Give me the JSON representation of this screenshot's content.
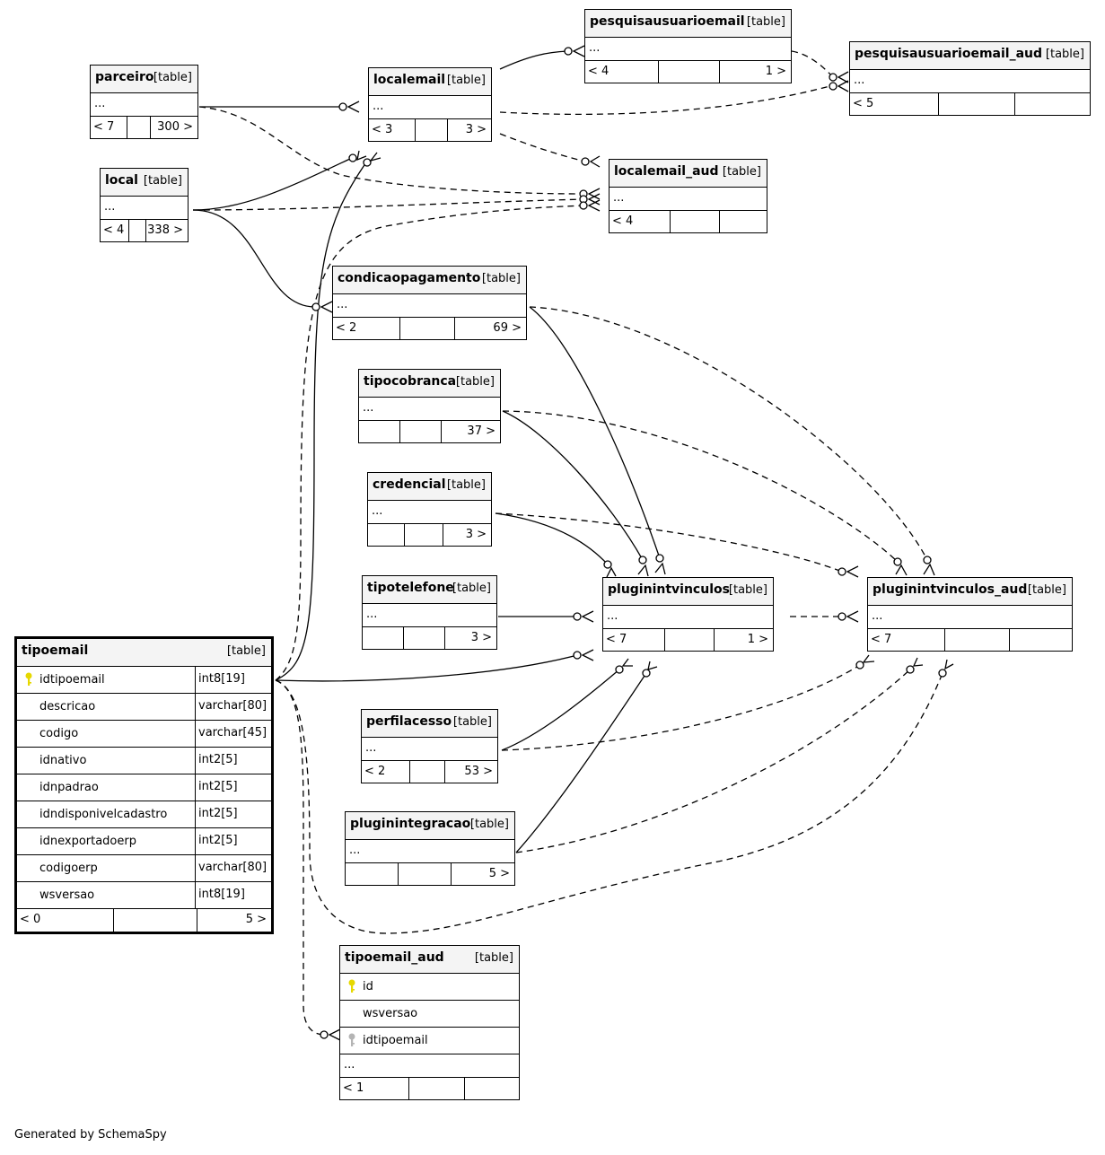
{
  "footer_text": "Generated by SchemaSpy",
  "type_label": "[table]",
  "ellipsis": "...",
  "tables": {
    "parceiro": {
      "name": "parceiro",
      "parents": "< 7",
      "children": "300 >"
    },
    "localemail": {
      "name": "localemail",
      "parents": "< 3",
      "children": "3 >"
    },
    "pesquisausuarioemail": {
      "name": "pesquisausuarioemail",
      "parents": "< 4",
      "children": "1 >"
    },
    "pesquisausuarioemail_aud": {
      "name": "pesquisausuarioemail_aud",
      "parents": "< 5",
      "children": ""
    },
    "local": {
      "name": "local",
      "parents": "< 4",
      "children": "338 >"
    },
    "localemail_aud": {
      "name": "localemail_aud",
      "parents": "< 4",
      "children": ""
    },
    "condicaopagamento": {
      "name": "condicaopagamento",
      "parents": "< 2",
      "children": "69 >"
    },
    "tipocobranca": {
      "name": "tipocobranca",
      "parents": "",
      "children": "37 >"
    },
    "credencial": {
      "name": "credencial",
      "parents": "",
      "children": "3 >"
    },
    "tipotelefone": {
      "name": "tipotelefone",
      "parents": "",
      "children": "3 >"
    },
    "pluginintvinculos": {
      "name": "pluginintvinculos",
      "parents": "< 7",
      "children": "1 >"
    },
    "pluginintvinculos_aud": {
      "name": "pluginintvinculos_aud",
      "parents": "< 7",
      "children": ""
    },
    "perfilacesso": {
      "name": "perfilacesso",
      "parents": "< 2",
      "children": "53 >"
    },
    "pluginintegracao": {
      "name": "pluginintegracao",
      "parents": "",
      "children": "5 >"
    },
    "tipoemail": {
      "name": "tipoemail",
      "parents": "< 0",
      "children": "5 >",
      "columns": [
        {
          "name": "idtipoemail",
          "type": "int8[19]"
        },
        {
          "name": "descricao",
          "type": "varchar[80]"
        },
        {
          "name": "codigo",
          "type": "varchar[45]"
        },
        {
          "name": "idnativo",
          "type": "int2[5]"
        },
        {
          "name": "idnpadrao",
          "type": "int2[5]"
        },
        {
          "name": "idndisponivelcadastro",
          "type": "int2[5]"
        },
        {
          "name": "idnexportadoerp",
          "type": "int2[5]"
        },
        {
          "name": "codigoerp",
          "type": "varchar[80]"
        },
        {
          "name": "wsversao",
          "type": "int8[19]"
        }
      ]
    },
    "tipoemail_aud": {
      "name": "tipoemail_aud",
      "parents": "< 1",
      "children": "",
      "columns": [
        {
          "name": "id"
        },
        {
          "name": "wsversao"
        },
        {
          "name": "idtipoemail"
        }
      ]
    }
  },
  "colors": {
    "primary_key": "#e6d800",
    "foreign_key": "#b4b4b4",
    "header_bg": "#f4f4f4"
  }
}
